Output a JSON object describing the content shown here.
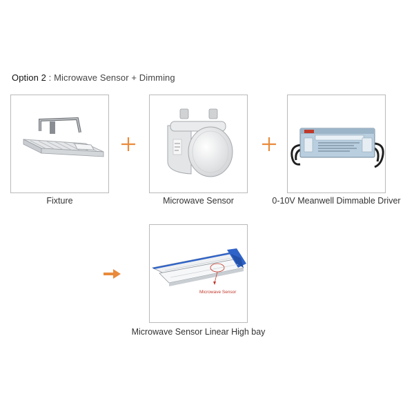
{
  "heading": {
    "option": "Option 2",
    "separator": " : ",
    "title": "Microwave Sensor + Dimming"
  },
  "cards": [
    {
      "caption": "Fixture",
      "icon": "fixture-icon"
    },
    {
      "caption": "Microwave Sensor",
      "icon": "microwave-sensor-icon"
    },
    {
      "caption": "0-10V Meanwell Dimmable Driver",
      "icon": "led-driver-icon"
    },
    {
      "caption": "Microwave Sensor Linear High bay",
      "icon": "linear-high-bay-icon",
      "label": "Microwave Sensor"
    }
  ],
  "operators": {
    "plus": "plus-icon",
    "arrow": "arrow-right-icon"
  },
  "colors": {
    "accent": "#E98A3C",
    "border": "#B9B9B9",
    "sensor_label": "#C0392B",
    "bay_edge": "#2F63C8"
  }
}
